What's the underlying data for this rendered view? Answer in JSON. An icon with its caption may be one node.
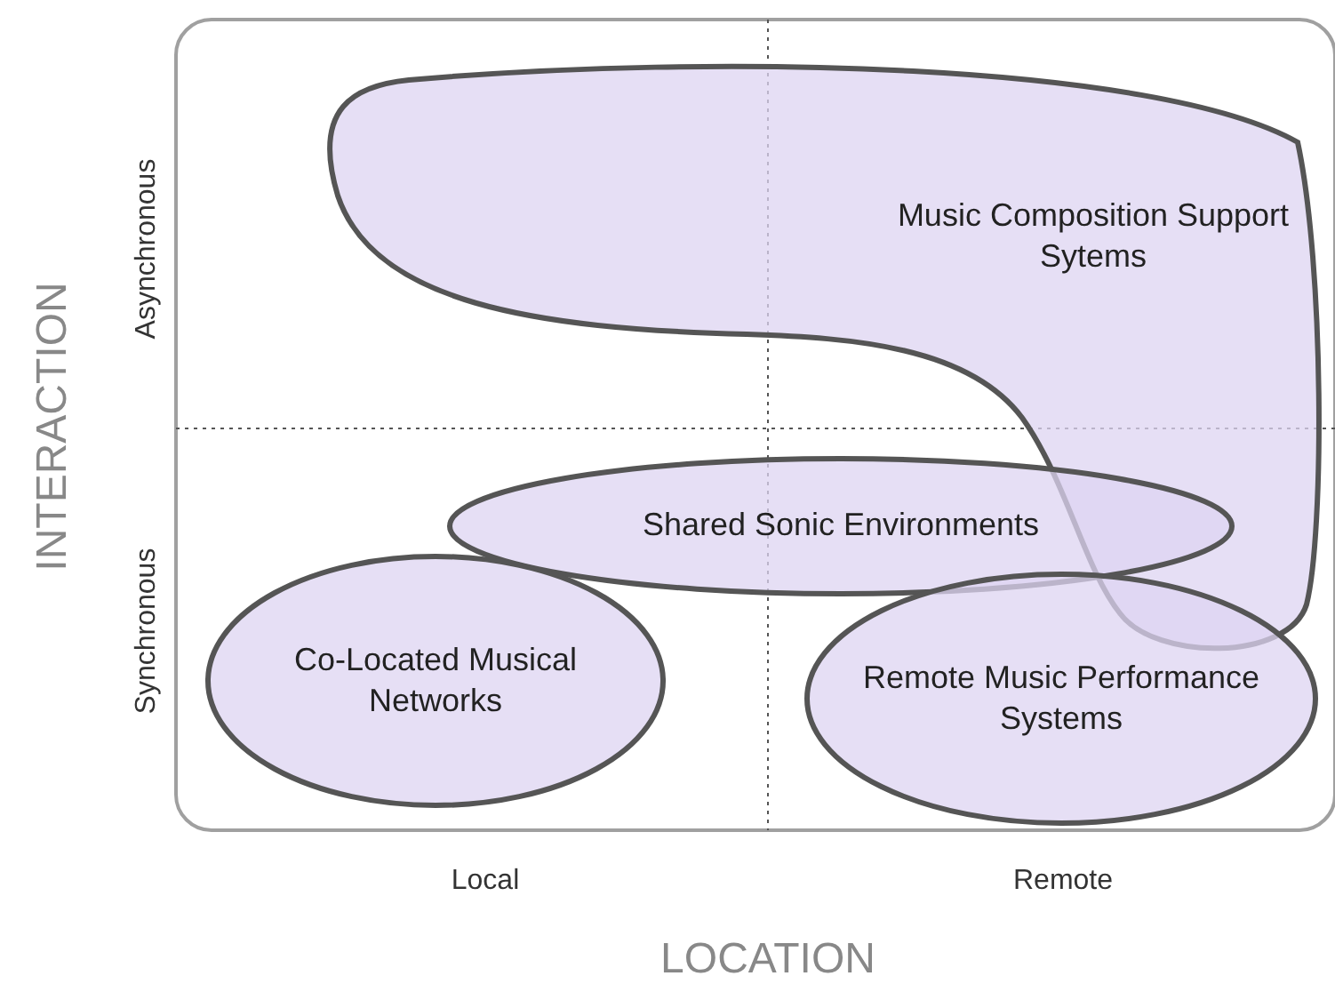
{
  "diagram": {
    "nodes": [
      {
        "text": [
          "Music Composition Support Sytems"
        ]
      },
      {
        "text": [
          "Shared Sonic Environments"
        ]
      },
      {
        "text": [
          "Co-Located Musical Networks"
        ]
      },
      {
        "text": [
          "Remote Music Performance Systems"
        ]
      }
    ],
    "labels": [
      "Asynchronous",
      "Synchronous",
      "INTERACTION",
      "Local",
      "Remote",
      "LOCATION"
    ]
  }
}
